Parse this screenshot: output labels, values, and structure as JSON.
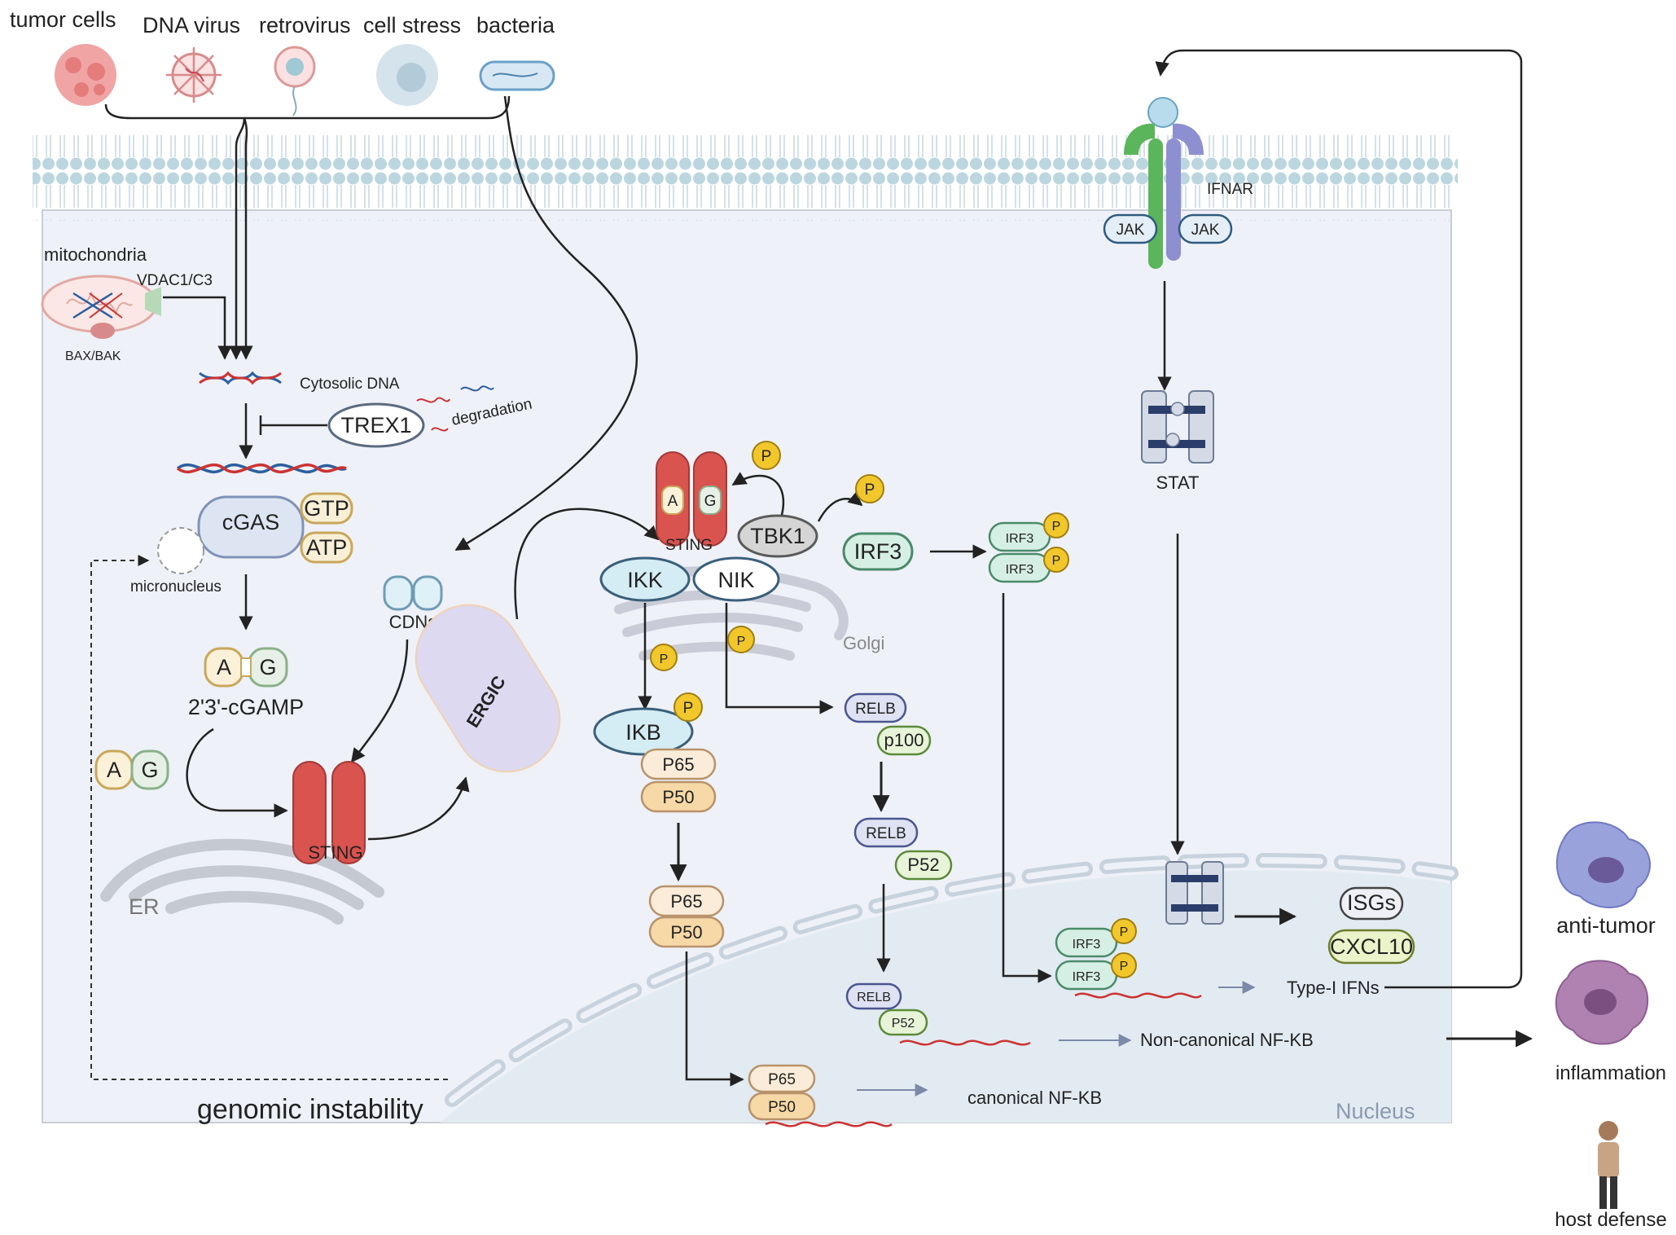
{
  "stimuli": {
    "tumor_cells": "tumor cells",
    "dna_virus": "DNA virus",
    "retrovirus": "retrovirus",
    "cell_stress": "cell stress",
    "bacteria": "bacteria"
  },
  "cytoplasm": {
    "mitochondria": "mitochondria",
    "vdac": "VDAC1/C3",
    "bax_bak": "BAX/BAK",
    "cytosolic_dna": "Cytosolic DNA",
    "trex1": "TREX1",
    "degradation": "degradation",
    "cgas": "cGAS",
    "gtp": "GTP",
    "atp": "ATP",
    "micronucleus": "micronucleus",
    "cgamp": "2'3'-cGAMP",
    "a": "A",
    "g": "G",
    "cdns": "CDNs",
    "ergic": "ERGIC",
    "sting": "STING",
    "er": "ER",
    "golgi": "Golgi",
    "genomic_instability": "genomic instability",
    "nucleus": "Nucleus"
  },
  "signaling": {
    "tbk1": "TBK1",
    "irf3": "IRF3",
    "p": "P",
    "ikk": "IKK",
    "nik": "NIK",
    "ikb": "IKB",
    "p65": "P65",
    "p50": "P50",
    "relb": "RELB",
    "p100": "p100",
    "p52": "P52"
  },
  "ifn": {
    "ifnar": "IFNAR",
    "jak": "JAK",
    "stat": "STAT",
    "isgs": "ISGs",
    "cxcl10": "CXCL10",
    "type1": "Type-I IFNs",
    "noncanonical": "Non-canonical NF-KB",
    "canonical": "canonical NF-KB"
  },
  "outcomes": {
    "anti_tumor": "anti-tumor",
    "inflammation": "inflammation",
    "host_defense": "host defense"
  },
  "colors": {
    "sting_red": "#d9534f",
    "p_yellow": "#f2c72c",
    "irf3_green": "#d6efe4",
    "ikk_blue": "#d4ecf3",
    "relb_purple": "#dfe2f2",
    "p65_cream": "#fbecd9",
    "p50_tan": "#f6d9a7",
    "ergic_lavender": "#ddd9f0",
    "ifnar_green": "#5bb55a",
    "ifnar_purple": "#8d8fd0",
    "cytoplasm": "#eef1f7",
    "nucleus": "#e2ebf1"
  }
}
